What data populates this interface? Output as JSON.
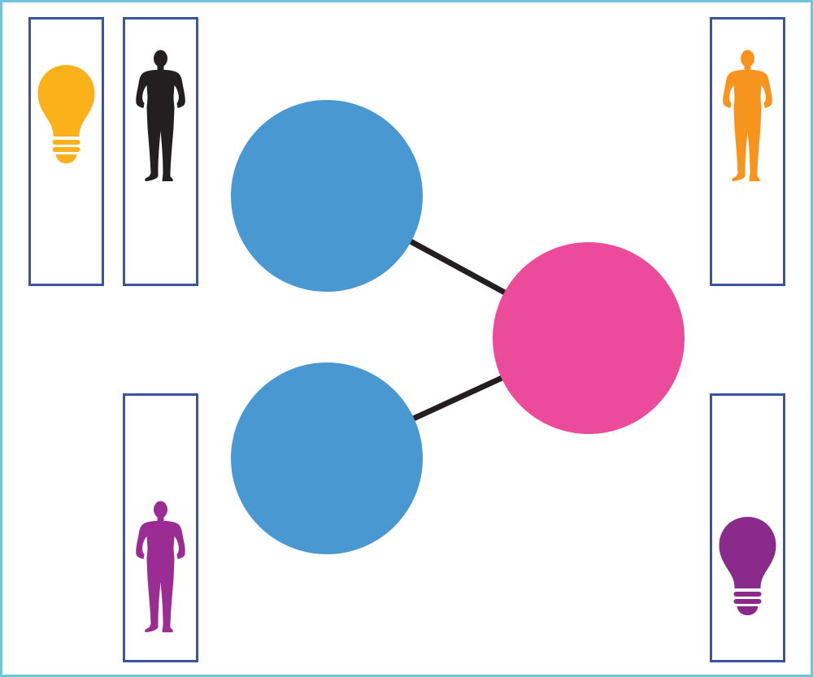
{
  "colors": {
    "frame_border": "#6ec6d8",
    "panel_border": "#3a54a4",
    "background": "#ffffff",
    "node_blue": "#4a98d2",
    "node_pink": "#ec4a9a",
    "connector": "#231f20",
    "bulb_yellow": "#fbb11a",
    "bulb_purple": "#8a2a8a",
    "person_black": "#231f20",
    "person_orange": "#f7941d",
    "person_purple": "#9b2c93"
  },
  "diagram": {
    "nodes": [
      {
        "id": "node-top-left",
        "color_key": "node_blue"
      },
      {
        "id": "node-bottom-left",
        "color_key": "node_blue"
      },
      {
        "id": "node-right",
        "color_key": "node_pink"
      }
    ],
    "edges": [
      {
        "from": "node-top-left",
        "to": "node-right"
      },
      {
        "from": "node-bottom-left",
        "to": "node-right"
      }
    ],
    "panels": [
      {
        "id": "panel-top-left-bulb",
        "icon": "lightbulb-icon",
        "color_key": "bulb_yellow"
      },
      {
        "id": "panel-top-left-person",
        "icon": "person-icon",
        "color_key": "person_black"
      },
      {
        "id": "panel-top-right-person",
        "icon": "person-icon",
        "color_key": "person_orange"
      },
      {
        "id": "panel-bottom-left-person",
        "icon": "person-icon",
        "color_key": "person_purple"
      },
      {
        "id": "panel-bottom-right-bulb",
        "icon": "lightbulb-icon",
        "color_key": "bulb_purple"
      }
    ]
  }
}
